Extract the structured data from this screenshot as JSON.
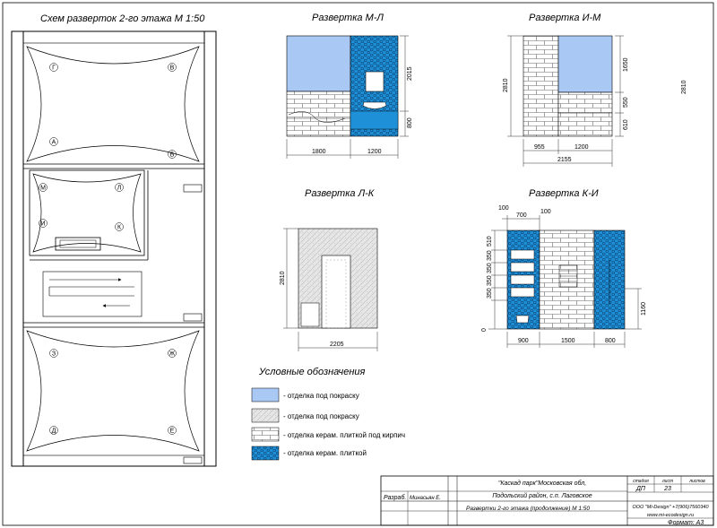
{
  "plan": {
    "title": "Схем разверток 2-го этажа  М 1:50",
    "upper_labels": [
      "Г",
      "В",
      "А",
      "Б"
    ],
    "middle_labels": [
      "М",
      "Л",
      "И",
      "К"
    ],
    "lower_labels": [
      "З",
      "Ж",
      "Д",
      "Е"
    ]
  },
  "elevations": {
    "ml": {
      "title": "Развертка М-Л",
      "d1": "1800",
      "d2": "1200",
      "v1": "2015",
      "v2": "800"
    },
    "im": {
      "title": "Развертка И-М",
      "d1": "955",
      "d2": "1200",
      "d3": "2155",
      "v1": "1650",
      "v2": "550",
      "v3": "610",
      "h": "2810",
      "h2": "2810"
    },
    "lk": {
      "title": "Развертка Л-К",
      "h": "2810",
      "d1": "2205"
    },
    "ki": {
      "title": "Развертка К-И",
      "t1": "100",
      "t2": "700",
      "t3": "100",
      "v1": "510",
      "v2": "350",
      "v3": "350",
      "v4": "350",
      "v5": "350",
      "v6": "0",
      "v7": "1160",
      "d1": "900",
      "d2": "1500",
      "d3": "800"
    }
  },
  "legend": {
    "title": "Условные обозначения",
    "items": [
      {
        "label": "- отделка  под покраску",
        "color": "#a9c8f4"
      },
      {
        "label": "- отделка  под покраску",
        "color": "#e4e4e4"
      },
      {
        "label": "- отделка  керам. плиткой под кирпич",
        "color": "#ffffff"
      },
      {
        "label": "- отделка  керам. плиткой",
        "color": "#1e90d8"
      }
    ]
  },
  "stamp": {
    "project1": "\"Каскад парк\"Московская обл,",
    "project2": "Подольский район, с.п. Лаговское",
    "sheet_desc": "Развертки 2-го этажа (продолжение)  М 1:50",
    "role": "Разраб.",
    "author": "Минасьян Е.",
    "col1": "стадия",
    "col2": "лист",
    "col3": "листов",
    "stage": "ДП",
    "sheet": "23",
    "company": "ООО \"Mi-Design\" +7(906)7560340",
    "site": "www.mi-ecodesign.ru",
    "format": "Формат:  А3"
  }
}
